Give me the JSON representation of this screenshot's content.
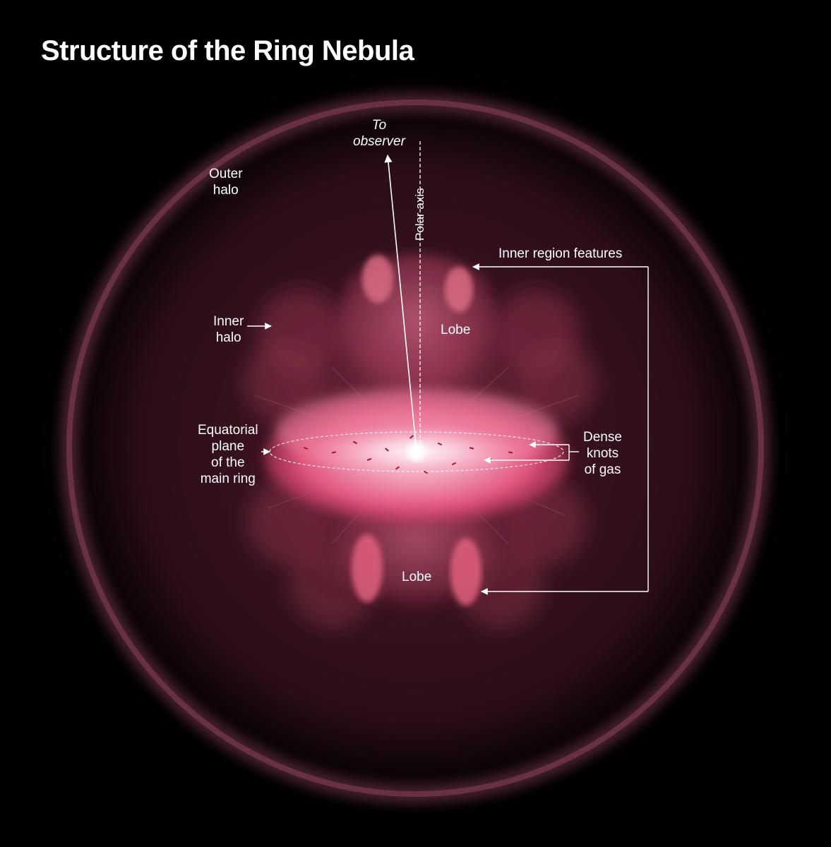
{
  "title": "Structure of the Ring Nebula",
  "labels": {
    "to_observer": [
      "To",
      "observer"
    ],
    "polar_axis": "Polar axis",
    "outer_halo": [
      "Outer",
      "halo"
    ],
    "inner_region_features": "Inner region features",
    "inner_halo": [
      "Inner",
      "halo"
    ],
    "lobe_top": "Lobe",
    "lobe_bottom": "Lobe",
    "equatorial_plane": [
      "Equatorial",
      "plane",
      "of the",
      "main ring"
    ],
    "dense_knots": [
      "Dense",
      "knots",
      "of gas"
    ]
  },
  "colors": {
    "background": "#000000",
    "outer_ring": "#7a3a4c",
    "halo": "#5a2030",
    "main_ring": "#f06a8e",
    "core": "#fff0f4",
    "text": "#ffffff"
  }
}
